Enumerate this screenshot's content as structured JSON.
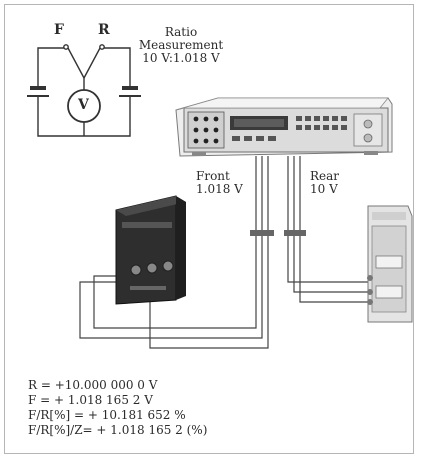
{
  "schematic": {
    "front_terminal": "F",
    "rear_terminal": "R",
    "meter_symbol": "V",
    "ratio_title": "Ratio",
    "ratio_subtitle": "Measurement",
    "ratio_value": "10 V:1.018 V"
  },
  "connections": {
    "front_label": "Front",
    "front_value": "1.018 V",
    "rear_label": "Rear",
    "rear_value": "10 V"
  },
  "results": [
    "R = +10.000 000 0 V",
    "F = +  1.018 165 2 V",
    "F/R[%] = + 10.181 652 %",
    "F/R[%]/Z= + 1.018 165 2 (%)"
  ]
}
